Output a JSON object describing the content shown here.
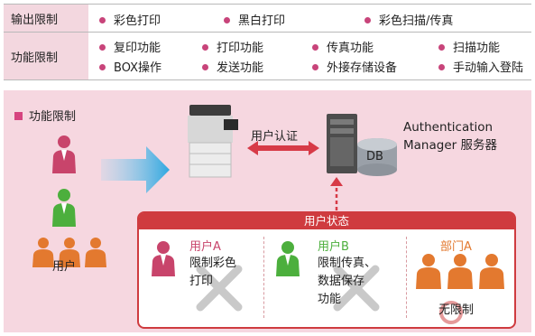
{
  "restrictions": {
    "output_label": "输出限制",
    "output_items": [
      "彩色打印",
      "黑白打印",
      "彩色扫描/传真"
    ],
    "function_label": "功能限制",
    "function_items": [
      "复印功能",
      "打印功能",
      "传真功能",
      "扫描功能",
      "BOX操作",
      "发送功能",
      "外接存储设备",
      "手动输入登陆"
    ]
  },
  "diagram": {
    "section_title": "功能限制",
    "users_label": "用户",
    "auth_label": "用户认证",
    "server_line1": "Authentication",
    "server_line2": "Manager 服务器",
    "db_label": "DB",
    "status_title": "用户状态",
    "user_a": {
      "name": "用户A",
      "line1": "限制彩色",
      "line2": "打印"
    },
    "user_b": {
      "name": "用户B",
      "line1": "限制传真、",
      "line2": "数据保存",
      "line3": "功能"
    },
    "dept_a": {
      "name": "部门A",
      "line1": "无限制"
    }
  },
  "colors": {
    "accent_pink": "#d6437f",
    "header_bg": "#f3d7df",
    "panel_bg": "#f6d7e0",
    "status_red": "#cf3b3f",
    "user_a_color": "#c8446b",
    "user_b_color": "#4caf3d",
    "dept_color": "#e3792f"
  }
}
